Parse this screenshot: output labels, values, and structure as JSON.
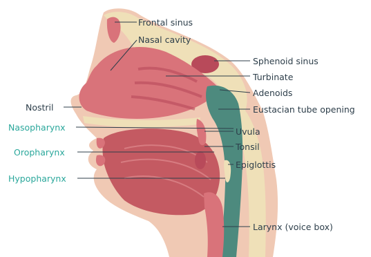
{
  "labels": {
    "frontal_sinus": "Frontal sinus",
    "nasal_cavity": "Nasal cavity",
    "sphenoid_sinus": "Sphenoid sinus",
    "turbinate": "Turbinate",
    "adenoids": "Adenoids",
    "eustacian_tube": "Eustacian tube opening",
    "nostril": "Nostril",
    "nasopharynx": "Nasopharynx",
    "uvula": "Uvula",
    "tonsil": "Tonsil",
    "oropharynx": "Oropharynx",
    "epiglottis": "Epiglottis",
    "hypopharynx": "Hypopharynx",
    "larynx": "Larynx (voice box)"
  },
  "colors": {
    "label_dark": "#2d3e4a",
    "label_teal": "#2aa79b",
    "bone": "#efe0b8",
    "soft_tissue": "#f0c9b4",
    "mucosa": "#d9737a",
    "deep_mucosa": "#b84a5a",
    "airway": "#4d8a7e",
    "muscle": "#c45a62"
  }
}
